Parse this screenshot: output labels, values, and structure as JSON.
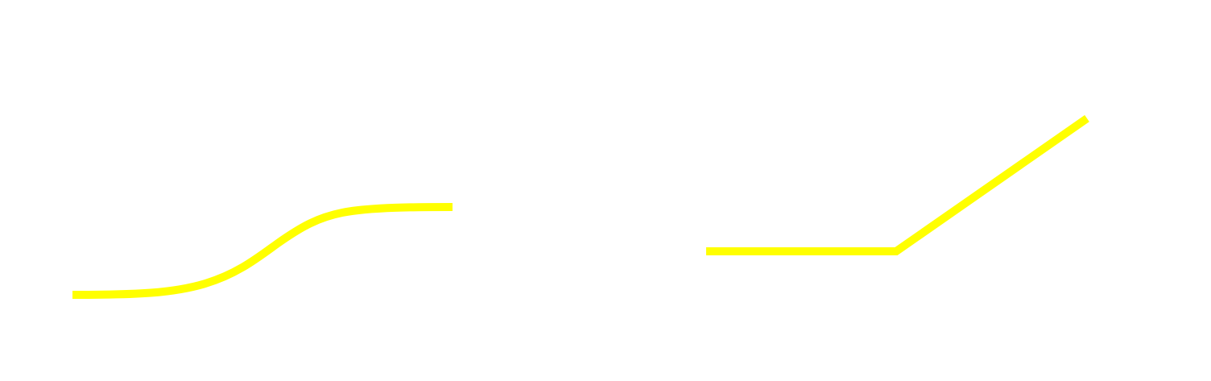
{
  "background_color": "#ffffff",
  "curves": [
    {
      "id": "sigmoid-curve",
      "shape": "smooth S-curve (sigmoid), rising left to right",
      "color": "#ffff00"
    },
    {
      "id": "hinge-polyline",
      "shape": "flat segment followed by a straight rising segment (piecewise linear / ReLU-like)",
      "color": "#ffff00"
    }
  ]
}
